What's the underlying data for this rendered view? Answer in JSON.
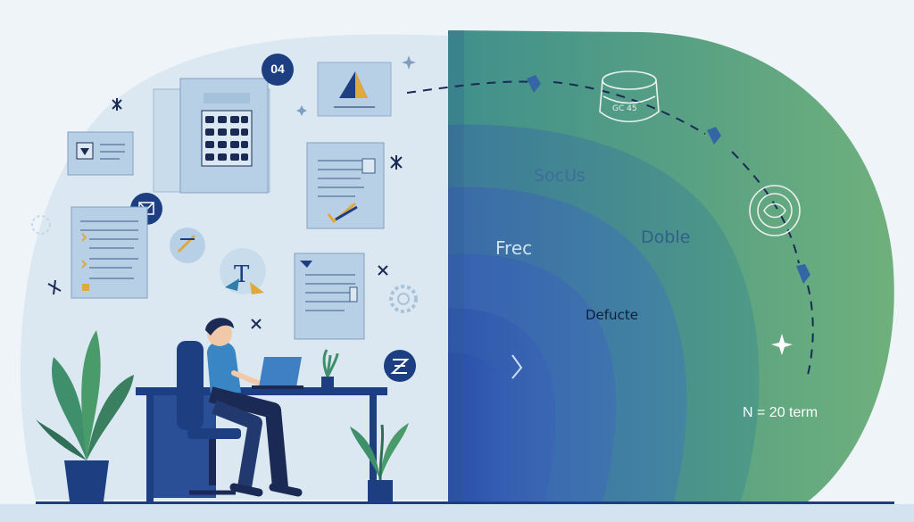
{
  "labels": {
    "socus": "SocUs",
    "doble": "Doble",
    "frec": "Frec",
    "defucte": "Defucte",
    "n_term": "N = 20 term"
  },
  "badge": {
    "number": "04"
  },
  "icons": [
    "calculator-icon",
    "document-icon",
    "envelope-icon",
    "pyramid-icon",
    "text-tool-icon",
    "gear-icon",
    "laptop-icon",
    "plant-icon",
    "coin-stack-icon",
    "gem-icon",
    "sparkle-icon",
    "z-badge-icon"
  ],
  "colors": {
    "background": "#eef4f8",
    "panel": "#dde9f3",
    "green": "#5fa77a",
    "teal": "#3f8f8c",
    "blue": "#3465a4",
    "navy": "#1d3f82",
    "ink": "#1b2a55"
  }
}
